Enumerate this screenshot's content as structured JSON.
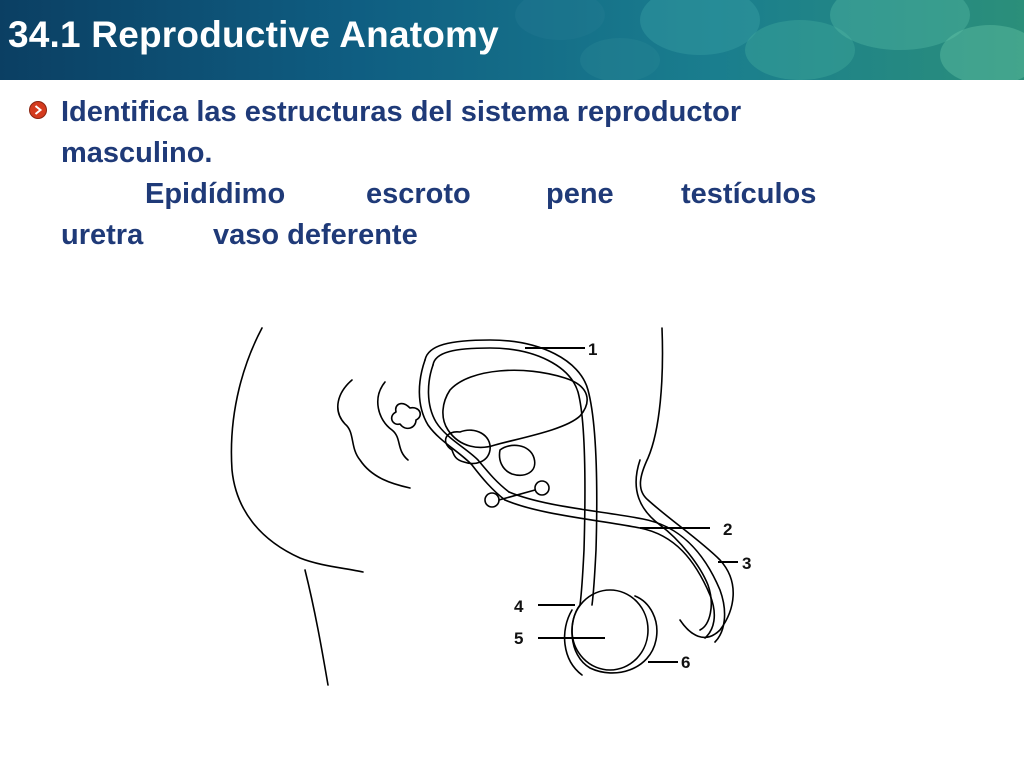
{
  "slide": {
    "title": "34.1 Reproductive Anatomy",
    "instruction": "Identifica las estructuras del sistema  reproductor masculino.",
    "word_bank": [
      "Epidídimo",
      "escroto",
      "pene",
      "testículos",
      "uretra",
      "vaso deferente"
    ]
  },
  "diagram": {
    "labels": [
      "1",
      "2",
      "3",
      "4",
      "5",
      "6"
    ]
  },
  "colors": {
    "title_text": "#ffffff",
    "body_text": "#1f3a78",
    "bullet": "#d43b1e",
    "banner": "#0f5e82"
  }
}
